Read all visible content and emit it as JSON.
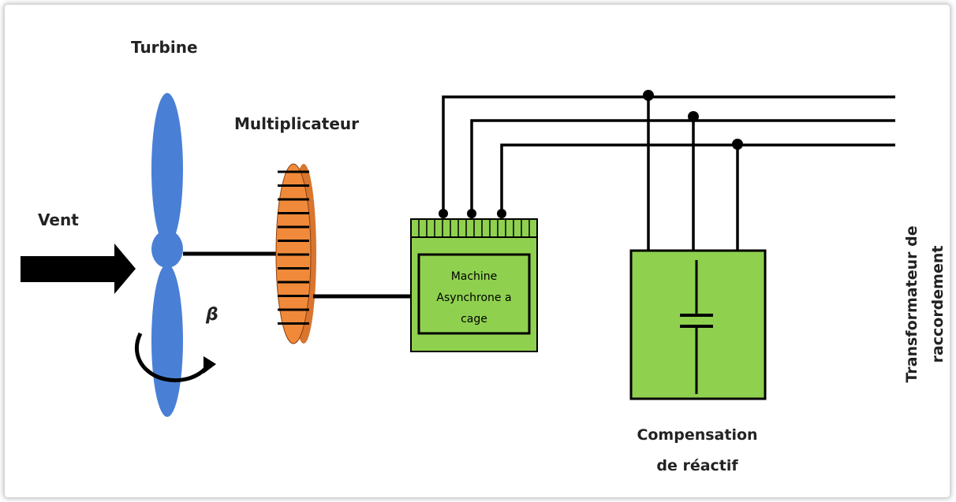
{
  "labels": {
    "turbine": "Turbine",
    "multiplier": "Multiplicateur",
    "wind": "Vent",
    "pitch_angle": "β",
    "machine_line1": "Machine",
    "machine_line2": "Asynchrone a",
    "machine_line3": "cage",
    "compensation_line1": "Compensation",
    "compensation_line2": "de réactif",
    "transformer_line1": "Transformateur de",
    "transformer_line2": "raccordement"
  },
  "colors": {
    "blade": "#4a7fd6",
    "gear": "#f08a3a",
    "green": "#8fd14f",
    "line": "#000000"
  }
}
